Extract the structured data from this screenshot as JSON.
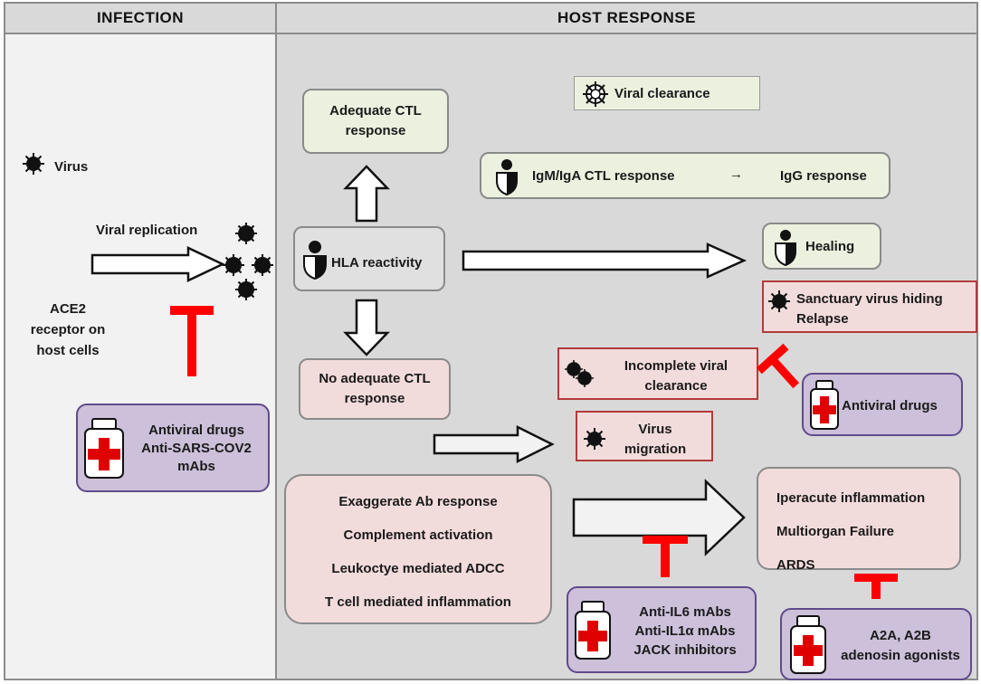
{
  "headers": {
    "infection": "INFECTION",
    "host_response": "HOST RESPONSE"
  },
  "infection": {
    "virus_legend": "Virus",
    "viral_replication": "Viral  replication",
    "ace2": [
      "ACE2",
      "receptor on",
      "host cells"
    ],
    "drugs": [
      "Antiviral drugs",
      "Anti-SARS-COV2",
      "mAbs"
    ]
  },
  "host": {
    "adequate_ctl": [
      "Adequate CTL",
      "response"
    ],
    "viral_clearance": "Viral clearance",
    "igm_iga": "IgM/IgA CTL response",
    "arrow_symbol": "→",
    "igg": "IgG response",
    "hla": "HLA reactivity",
    "healing": "Healing",
    "sanctuary": [
      "Sanctuary  virus hiding",
      "Relapse"
    ],
    "no_adequate_ctl": [
      "No adequate CTL",
      "response"
    ],
    "incomplete_clearance": [
      "Incomplete viral",
      "clearance"
    ],
    "antiviral_drugs": "Antiviral drugs",
    "virus_migration": [
      "Virus",
      "migration"
    ],
    "exaggerate": [
      "Exaggerate Ab response",
      "Complement activation",
      "Leukoctye mediated ADCC",
      "T cell mediated inflammation"
    ],
    "iperacute": [
      "Iperacute  inflammation",
      "Multiorgan  Failure",
      "ARDS"
    ],
    "il_drugs": [
      "Anti-IL6 mAbs",
      "Anti-IL1α mAbs",
      "JACK inhibitors"
    ],
    "adenosin_drugs": [
      "A2A, A2B",
      "adenosin agonists"
    ]
  },
  "icons": [
    "virus-icon",
    "viral-clearance-icon",
    "person-shield-icon",
    "drug-bottle-icon",
    "virus-cluster-icon",
    "inhibition-t-icon"
  ],
  "colors": {
    "green_box": "#ebf1de",
    "pink_box": "#f2dcdb",
    "purple_box": "#ccc0da",
    "inhibit_red": "#ff0000"
  }
}
